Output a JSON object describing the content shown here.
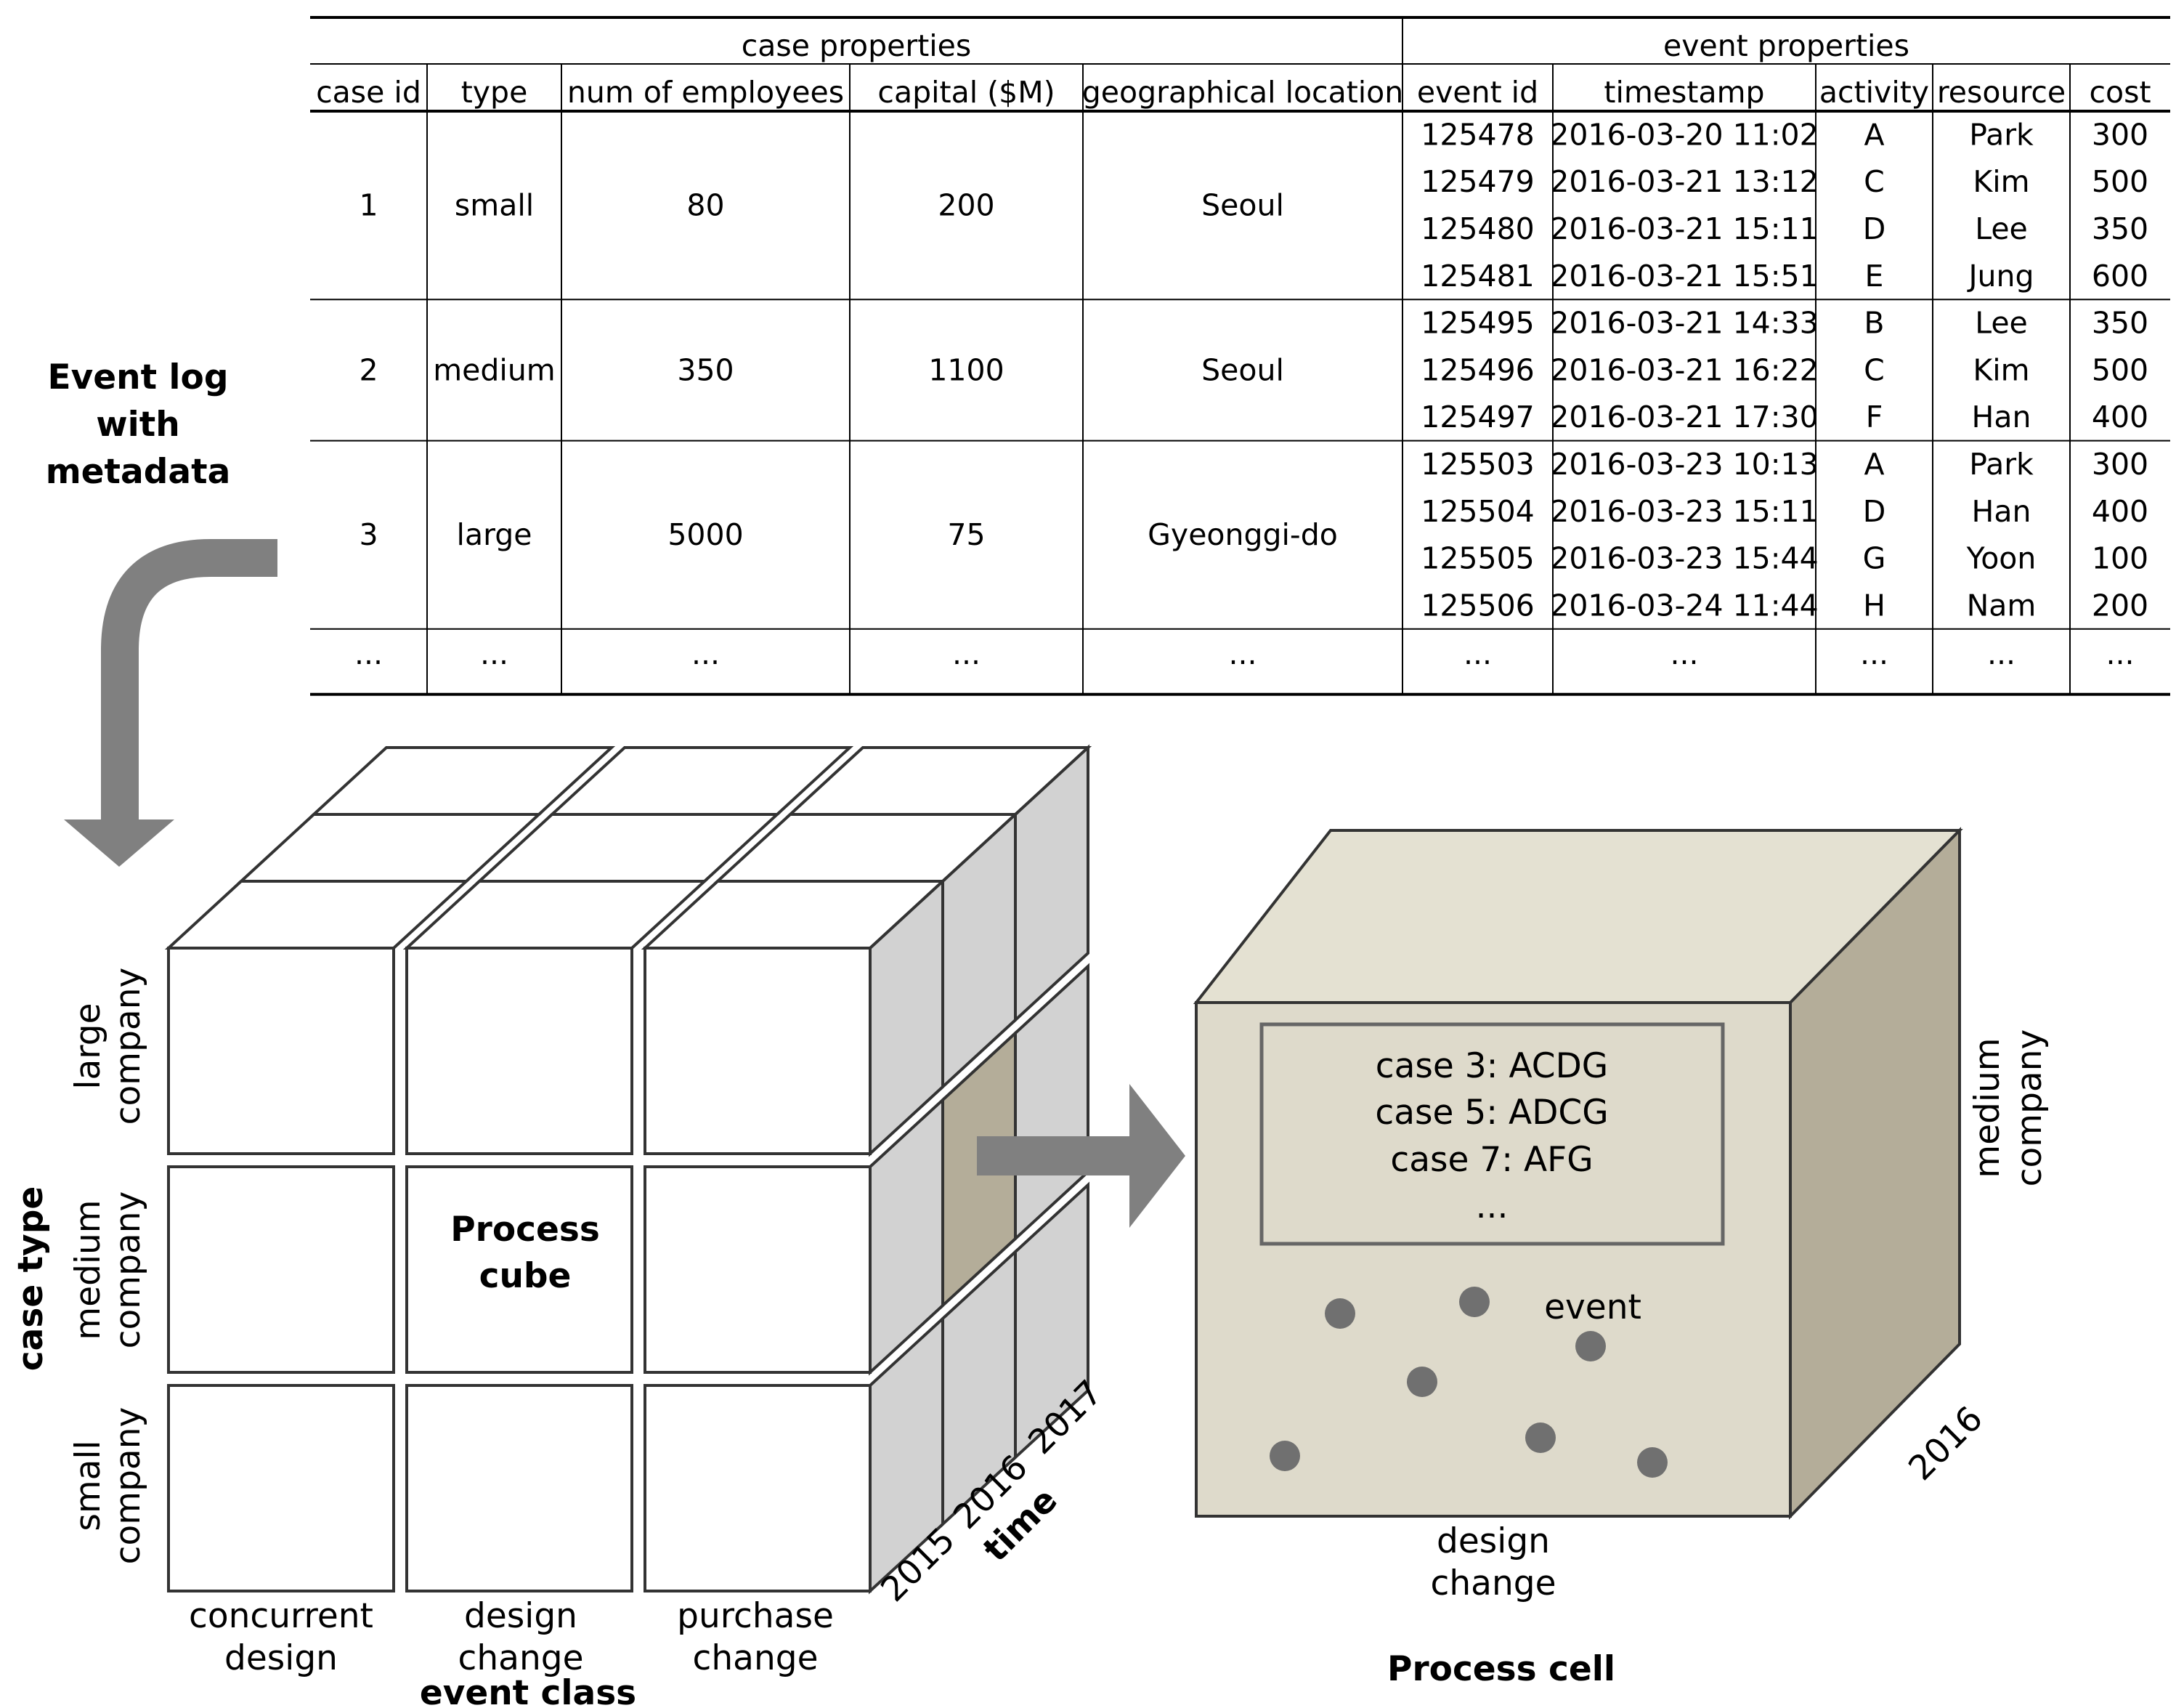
{
  "table": {
    "group_headers": {
      "case": "case properties",
      "event": "event properties"
    },
    "columns": [
      "case id",
      "type",
      "num of employees",
      "capital ($M)",
      "geographical location",
      "event id",
      "timestamp",
      "activity",
      "resource",
      "cost"
    ],
    "cases": [
      {
        "case": [
          "1",
          "small",
          "80",
          "200",
          "Seoul"
        ],
        "events": [
          [
            "125478",
            "2016-03-20 11:02",
            "A",
            "Park",
            "300"
          ],
          [
            "125479",
            "2016-03-21 13:12",
            "C",
            "Kim",
            "500"
          ],
          [
            "125480",
            "2016-03-21 15:11",
            "D",
            "Lee",
            "350"
          ],
          [
            "125481",
            "2016-03-21 15:51",
            "E",
            "Jung",
            "600"
          ]
        ]
      },
      {
        "case": [
          "2",
          "medium",
          "350",
          "1100",
          "Seoul"
        ],
        "events": [
          [
            "125495",
            "2016-03-21 14:33",
            "B",
            "Lee",
            "350"
          ],
          [
            "125496",
            "2016-03-21 16:22",
            "C",
            "Kim",
            "500"
          ],
          [
            "125497",
            "2016-03-21 17:30",
            "F",
            "Han",
            "400"
          ]
        ]
      },
      {
        "case": [
          "3",
          "large",
          "5000",
          "75",
          "Gyeonggi-do"
        ],
        "events": [
          [
            "125503",
            "2016-03-23 10:13",
            "A",
            "Park",
            "300"
          ],
          [
            "125504",
            "2016-03-23 15:11",
            "D",
            "Han",
            "400"
          ],
          [
            "125505",
            "2016-03-23 15:44",
            "G",
            "Yoon",
            "100"
          ],
          [
            "125506",
            "2016-03-24 11:44",
            "H",
            "Nam",
            "200"
          ]
        ]
      }
    ],
    "ellipsis": [
      "...",
      "...",
      "...",
      "...",
      "...",
      "...",
      "...",
      "...",
      "...",
      "..."
    ]
  },
  "event_log_label": [
    "Event log",
    "with",
    "metadata"
  ],
  "cube": {
    "title": [
      "Process",
      "cube"
    ],
    "case_type_axis": "case type",
    "row_labels": [
      [
        "small",
        "company"
      ],
      [
        "medium",
        "company"
      ],
      [
        "large",
        "company"
      ]
    ],
    "event_class_axis": "event class",
    "column_labels": [
      [
        "concurrent",
        "design"
      ],
      [
        "design",
        "change"
      ],
      [
        "purchase",
        "change"
      ]
    ],
    "time_axis": "time",
    "years": [
      "2015",
      "2016",
      "2017"
    ]
  },
  "cell": {
    "cases": [
      "case 3: ACDG",
      "case 5: ADCG",
      "case 7: AFG",
      "..."
    ],
    "event_label": "event",
    "side_label": [
      "medium",
      "company"
    ],
    "year": "2016",
    "bottom_label": [
      "design",
      "change"
    ],
    "title": "Process cell"
  },
  "colors": {
    "cell_front": "#dedacb",
    "cell_top": "#e4e1d2",
    "cell_side": "#b4ad99",
    "side_gray": "#d2d2d2",
    "arrow": "#808080",
    "dot": "#707070"
  }
}
